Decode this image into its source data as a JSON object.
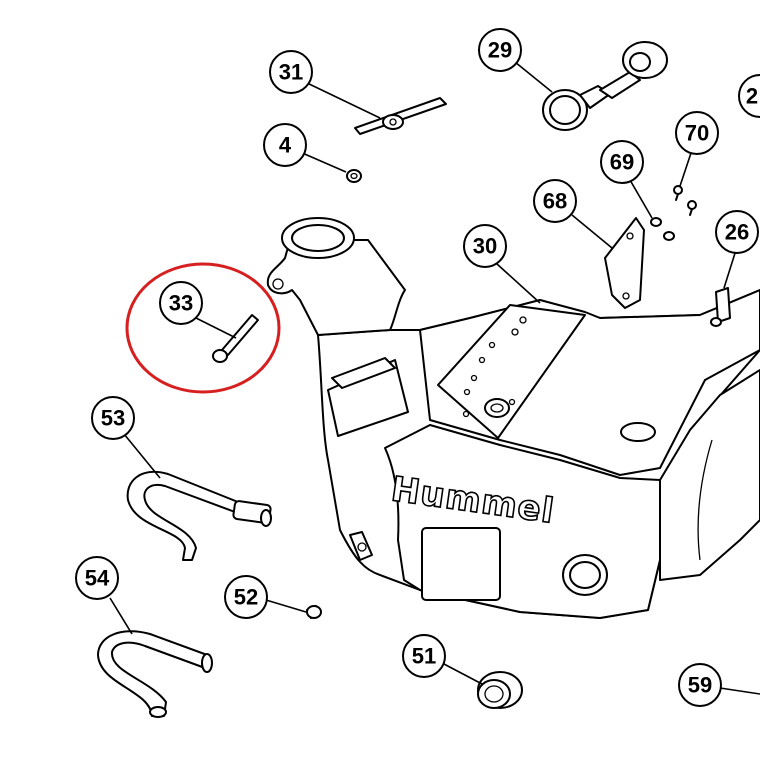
{
  "brand": "Hummel",
  "callouts": {
    "c29": "29",
    "c31": "31",
    "c4": "4",
    "c70": "70",
    "c69": "69",
    "c68": "68",
    "c30": "30",
    "c26": "26",
    "c33": "33",
    "c53": "53",
    "c54": "54",
    "c52": "52",
    "c51": "51",
    "c59": "59",
    "c2": "2"
  },
  "highlight_color": "#d62020"
}
